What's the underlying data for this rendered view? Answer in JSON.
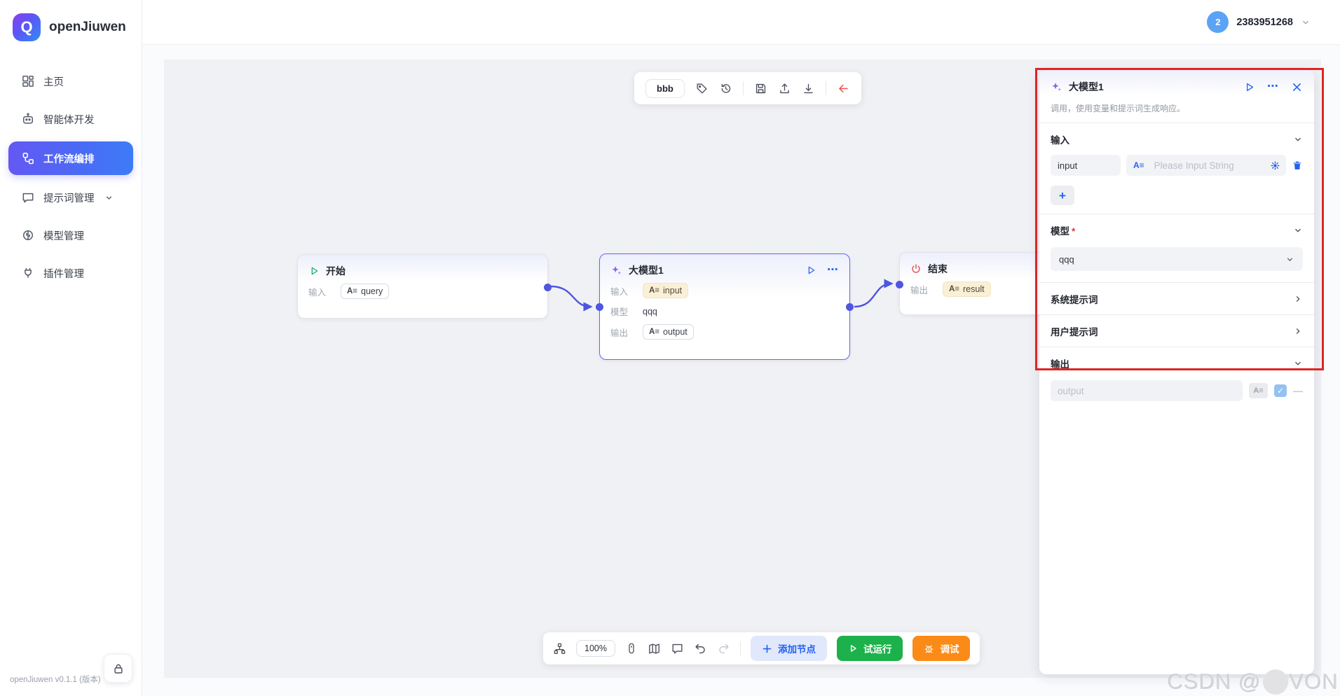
{
  "app": {
    "brand": "openJiuwen",
    "logo_letter": "Q",
    "version_footer": "openJiuwen v0.1.1 (版本)"
  },
  "header": {
    "avatar_text": "2",
    "user_id": "2383951268"
  },
  "sidebar": {
    "items": [
      {
        "label": "主页",
        "icon": "dashboard-icon"
      },
      {
        "label": "智能体开发",
        "icon": "robot-icon"
      },
      {
        "label": "工作流编排",
        "icon": "workflow-icon"
      },
      {
        "label": "提示词管理",
        "icon": "chat-icon"
      },
      {
        "label": "模型管理",
        "icon": "brain-icon"
      },
      {
        "label": "插件管理",
        "icon": "plug-icon"
      }
    ]
  },
  "canvas": {
    "top_toolbar": {
      "workflow_name": "bbb"
    },
    "nodes": {
      "start": {
        "title": "开始",
        "input_label": "输入",
        "input_tag": "query"
      },
      "llm": {
        "title": "大模型1",
        "input_label": "输入",
        "input_tag": "input",
        "model_label": "模型",
        "model_value": "qqq",
        "output_label": "输出",
        "output_tag": "output"
      },
      "end": {
        "title": "结束",
        "output_label": "输出",
        "output_tag": "result"
      }
    },
    "bottom_toolbar": {
      "zoom_level": "100%",
      "add_node_label": "添加节点",
      "test_run_label": "试运行",
      "debug_label": "调试"
    }
  },
  "panel": {
    "title": "大模型1",
    "description": "调用，使用变量和提示词生成响应。",
    "input_section": {
      "label": "输入",
      "name_value": "input",
      "value_placeholder": "Please Input String"
    },
    "model_section": {
      "label": "模型",
      "value": "qqq"
    },
    "system_prompt_label": "系统提示词",
    "user_prompt_label": "用户提示词",
    "output_section": {
      "label": "输出",
      "name_placeholder": "output"
    }
  },
  "icons": {
    "string_type": "A≡",
    "ellipsis": "⋯",
    "plus": "+",
    "minus": "—",
    "check": "✓",
    "required_mark": "*"
  },
  "watermark": {
    "prefix": "CSDN @",
    "suffix": "VON"
  },
  "colors": {
    "accent_blue": "#2563eb",
    "sidebar_active_gradient": [
      "#6458f3",
      "#3d7bf7"
    ],
    "edge_color": "#4a55e2",
    "selection_red": "#df2424",
    "run_green": "#1cb14a",
    "debug_orange": "#fb8b17",
    "tag_tan_bg": "#faf0d7",
    "node_selected_border": "#6366f1",
    "avatar_blue": "#5ba3f5",
    "start_green": "#21b16b",
    "end_red": "#e04444",
    "sparkle_purple": "#8b5cf6"
  }
}
